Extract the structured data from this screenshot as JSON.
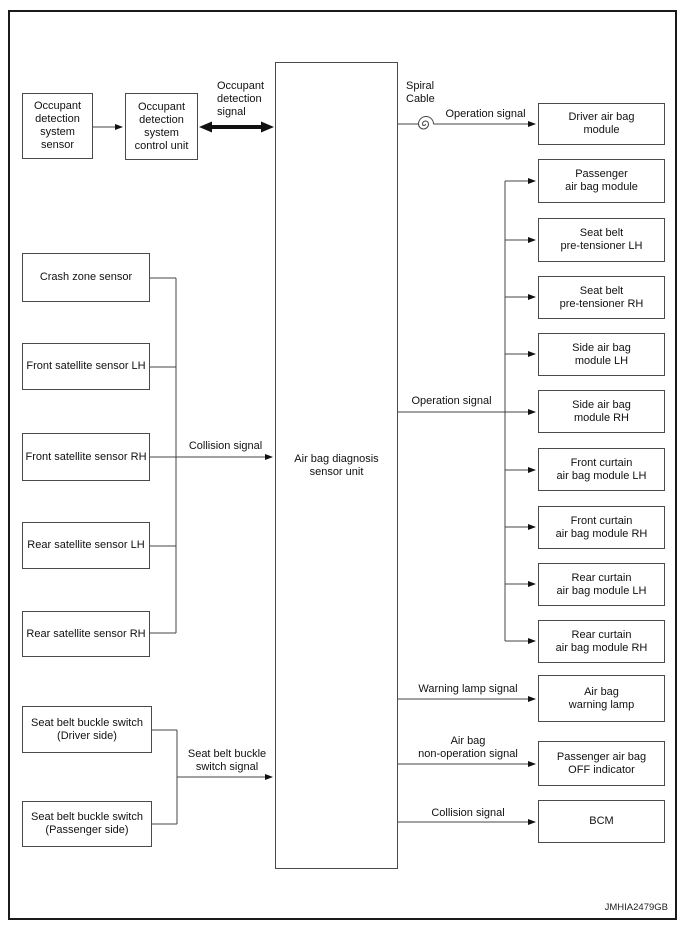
{
  "figure_id": "JMHIA2479GB",
  "nodes": {
    "occupant_sensor": {
      "label": "Occupant\ndetection\nsystem\nsensor"
    },
    "occupant_control_unit": {
      "label": "Occupant\ndetection\nsystem\ncontrol unit"
    },
    "crash_zone_sensor": {
      "label": "Crash zone sensor"
    },
    "front_satellite_lh": {
      "label": "Front satellite sensor LH"
    },
    "front_satellite_rh": {
      "label": "Front satellite sensor RH"
    },
    "rear_satellite_lh": {
      "label": "Rear satellite sensor LH"
    },
    "rear_satellite_rh": {
      "label": "Rear satellite sensor RH"
    },
    "buckle_driver": {
      "label": "Seat belt buckle switch\n(Driver side)"
    },
    "buckle_passenger": {
      "label": "Seat belt buckle switch\n(Passenger side)"
    },
    "diagnosis_unit": {
      "label": "Air bag diagnosis\nsensor unit"
    },
    "driver_module": {
      "label": "Driver air bag\nmodule"
    },
    "passenger_module": {
      "label": "Passenger\nair bag module"
    },
    "pretensioner_lh": {
      "label": "Seat belt\npre-tensioner LH"
    },
    "pretensioner_rh": {
      "label": "Seat belt\npre-tensioner RH"
    },
    "side_module_lh": {
      "label": "Side air bag\nmodule LH"
    },
    "side_module_rh": {
      "label": "Side air bag\nmodule RH"
    },
    "front_curtain_lh": {
      "label": "Front curtain\nair bag module LH"
    },
    "front_curtain_rh": {
      "label": "Front curtain\nair bag module RH"
    },
    "rear_curtain_lh": {
      "label": "Rear curtain\nair bag module LH"
    },
    "rear_curtain_rh": {
      "label": "Rear curtain\nair bag module RH"
    },
    "warning_lamp": {
      "label": "Air bag\nwarning lamp"
    },
    "off_indicator": {
      "label": "Passenger air bag\nOFF indicator"
    },
    "bcm": {
      "label": "BCM"
    }
  },
  "signals": {
    "occupant_detection": "Occupant\ndetection\nsignal",
    "spiral_cable": "Spiral\nCable",
    "operation_driver": "Operation signal",
    "operation_main": "Operation signal",
    "collision_in": "Collision signal",
    "buckle": "Seat belt buckle\nswitch signal",
    "warning_lamp": "Warning lamp signal",
    "non_operation": "Air bag\nnon-operation signal",
    "collision_out": "Collision signal"
  },
  "colors": {
    "line": "#444444",
    "arrow": "#111111",
    "text": "#111111",
    "background": "#ffffff"
  }
}
